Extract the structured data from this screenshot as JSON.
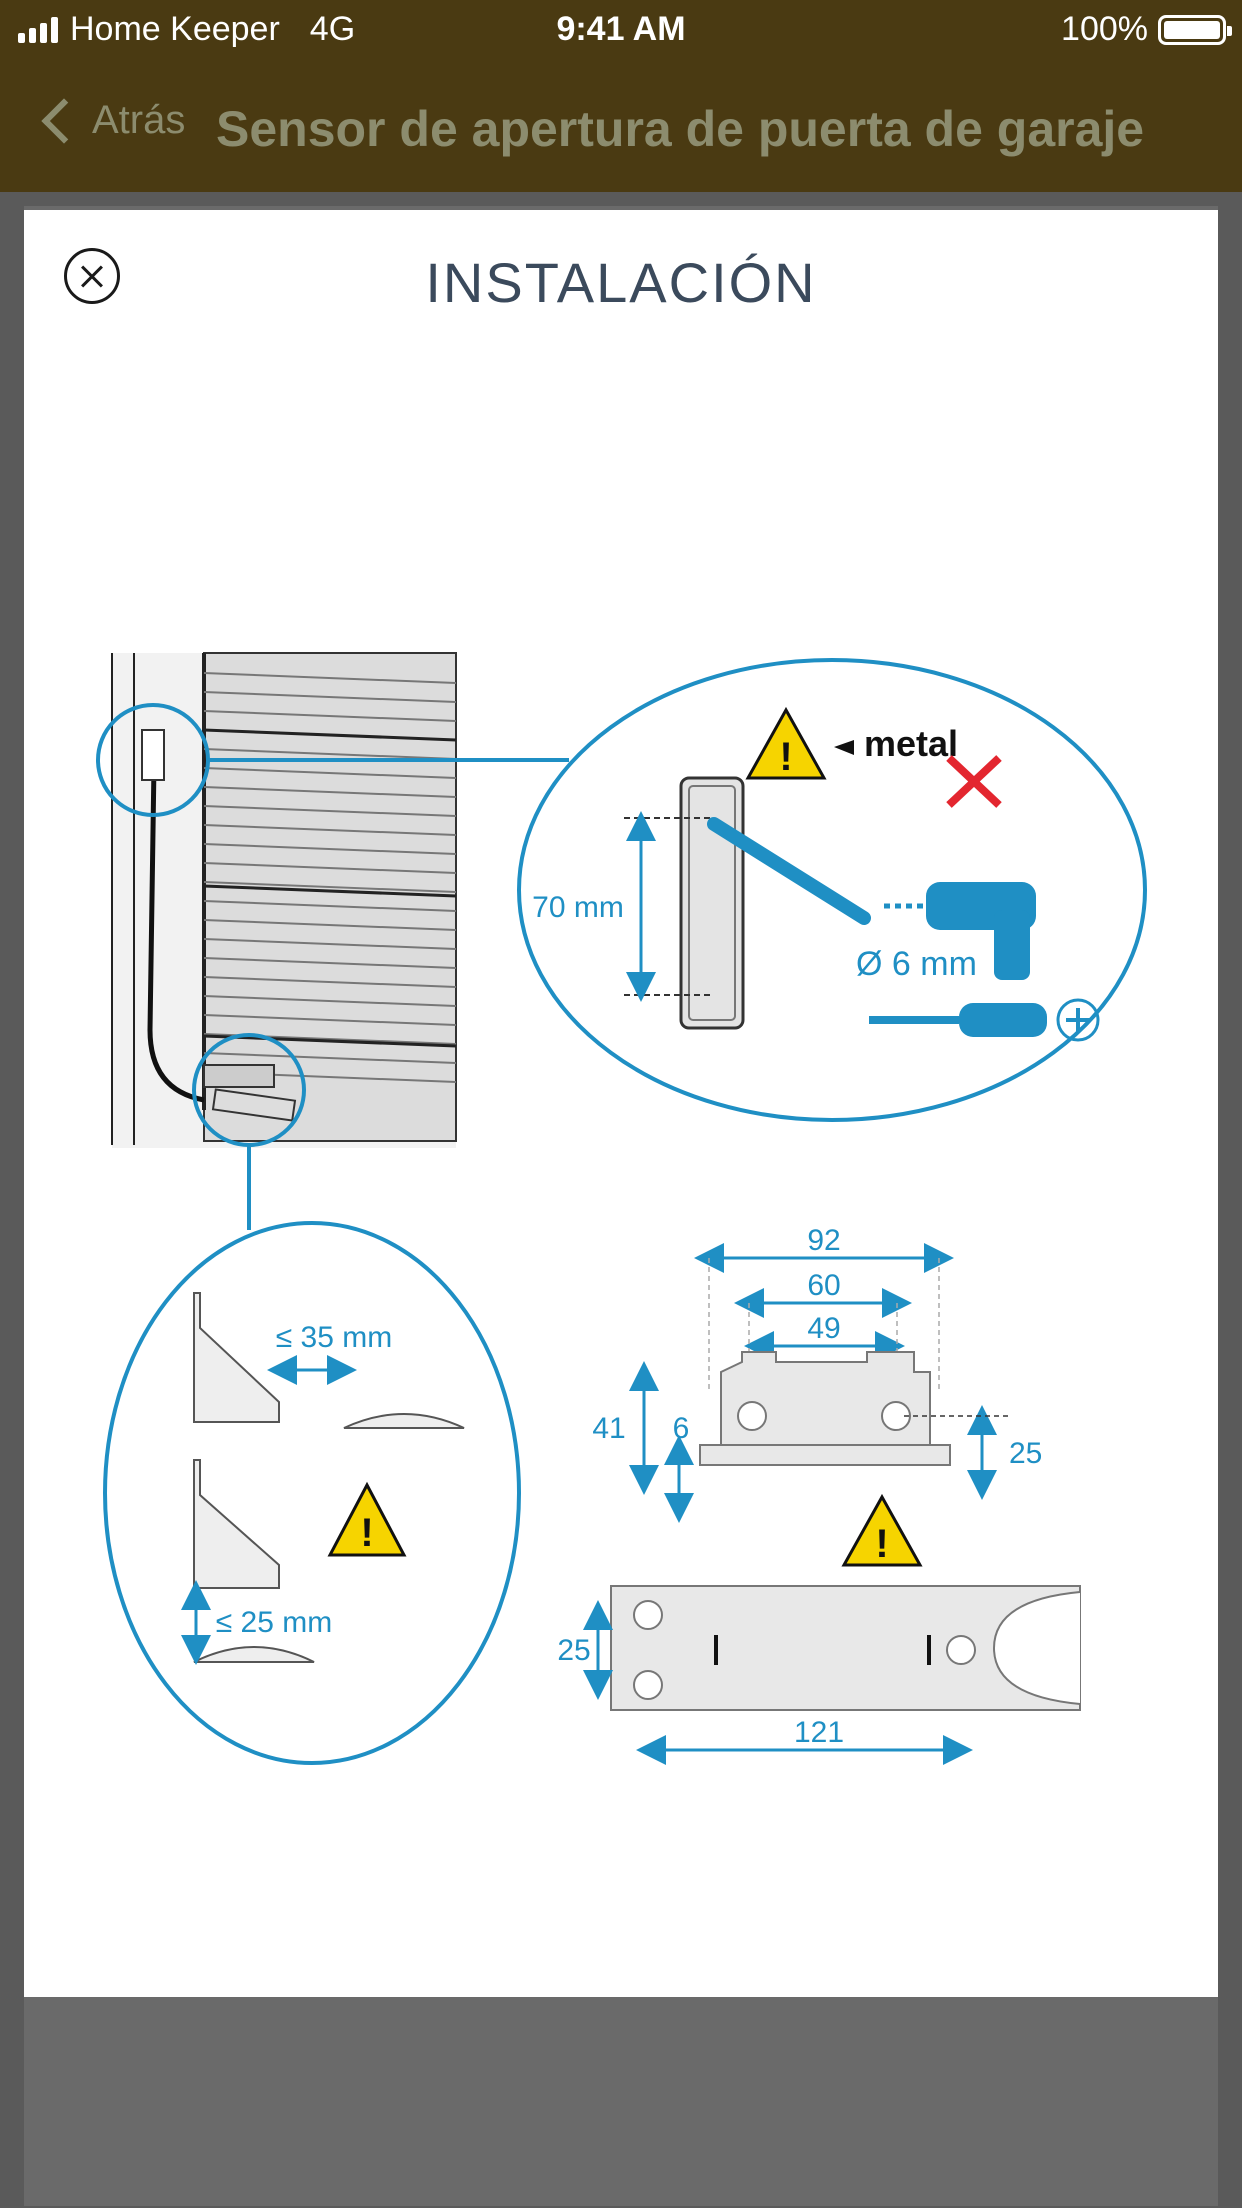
{
  "status_bar": {
    "carrier": "Home Keeper",
    "network": "4G",
    "time": "9:41 AM",
    "battery": "100%"
  },
  "nav": {
    "back_label": "Atrás",
    "title": "Sensor de apertura de puerta de garaje"
  },
  "modal": {
    "title": "INSTALACIÓN"
  },
  "diagram": {
    "sensor_length": "70 mm",
    "drill_size": "Ø 6 mm",
    "metal_label": "metal",
    "gap_side": "≤ 35 mm",
    "gap_bottom": "≤ 25 mm",
    "dim_92": "92",
    "dim_60": "60",
    "dim_49": "49",
    "dim_41": "41",
    "dim_6": "6",
    "dim_25_right": "25",
    "dim_25_left": "25",
    "dim_121": "121"
  },
  "colors": {
    "accent_blue": "#1f8fc4",
    "nav_bg": "#4a3a12",
    "warning_yellow": "#f6d400",
    "red_x": "#e3262f"
  }
}
